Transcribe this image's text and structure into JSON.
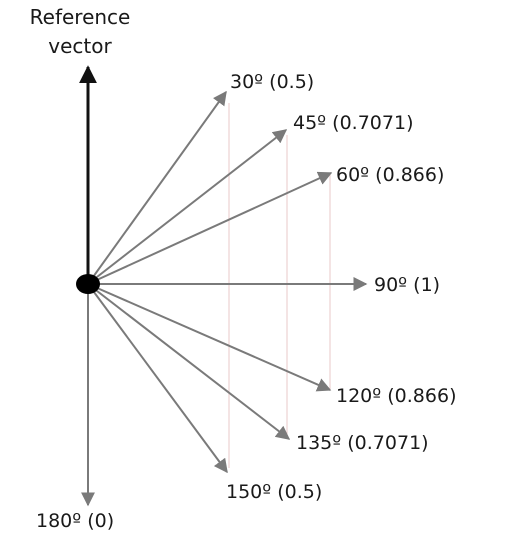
{
  "reference": {
    "label_line1": "Reference",
    "label_line2": "vector"
  },
  "vectors": [
    {
      "label": "30º (0.5)",
      "angle_deg": 30,
      "value": 0.5
    },
    {
      "label": "45º (0.7071)",
      "angle_deg": 45,
      "value": 0.7071
    },
    {
      "label": "60º (0.866)",
      "angle_deg": 60,
      "value": 0.866
    },
    {
      "label": "90º (1)",
      "angle_deg": 90,
      "value": 1
    },
    {
      "label": "120º (0.866)",
      "angle_deg": 120,
      "value": 0.866
    },
    {
      "label": "135º (0.7071)",
      "angle_deg": 135,
      "value": 0.7071
    },
    {
      "label": "150º (0.5)",
      "angle_deg": 150,
      "value": 0.5
    },
    {
      "label": "180º (0)",
      "angle_deg": 180,
      "value": 0
    }
  ],
  "colors": {
    "reference_vector": "#111111",
    "vectors": "#7a7a7a",
    "projection_lines": "#e8c9c9",
    "origin": "#000000",
    "text": "#1a1a1a"
  }
}
